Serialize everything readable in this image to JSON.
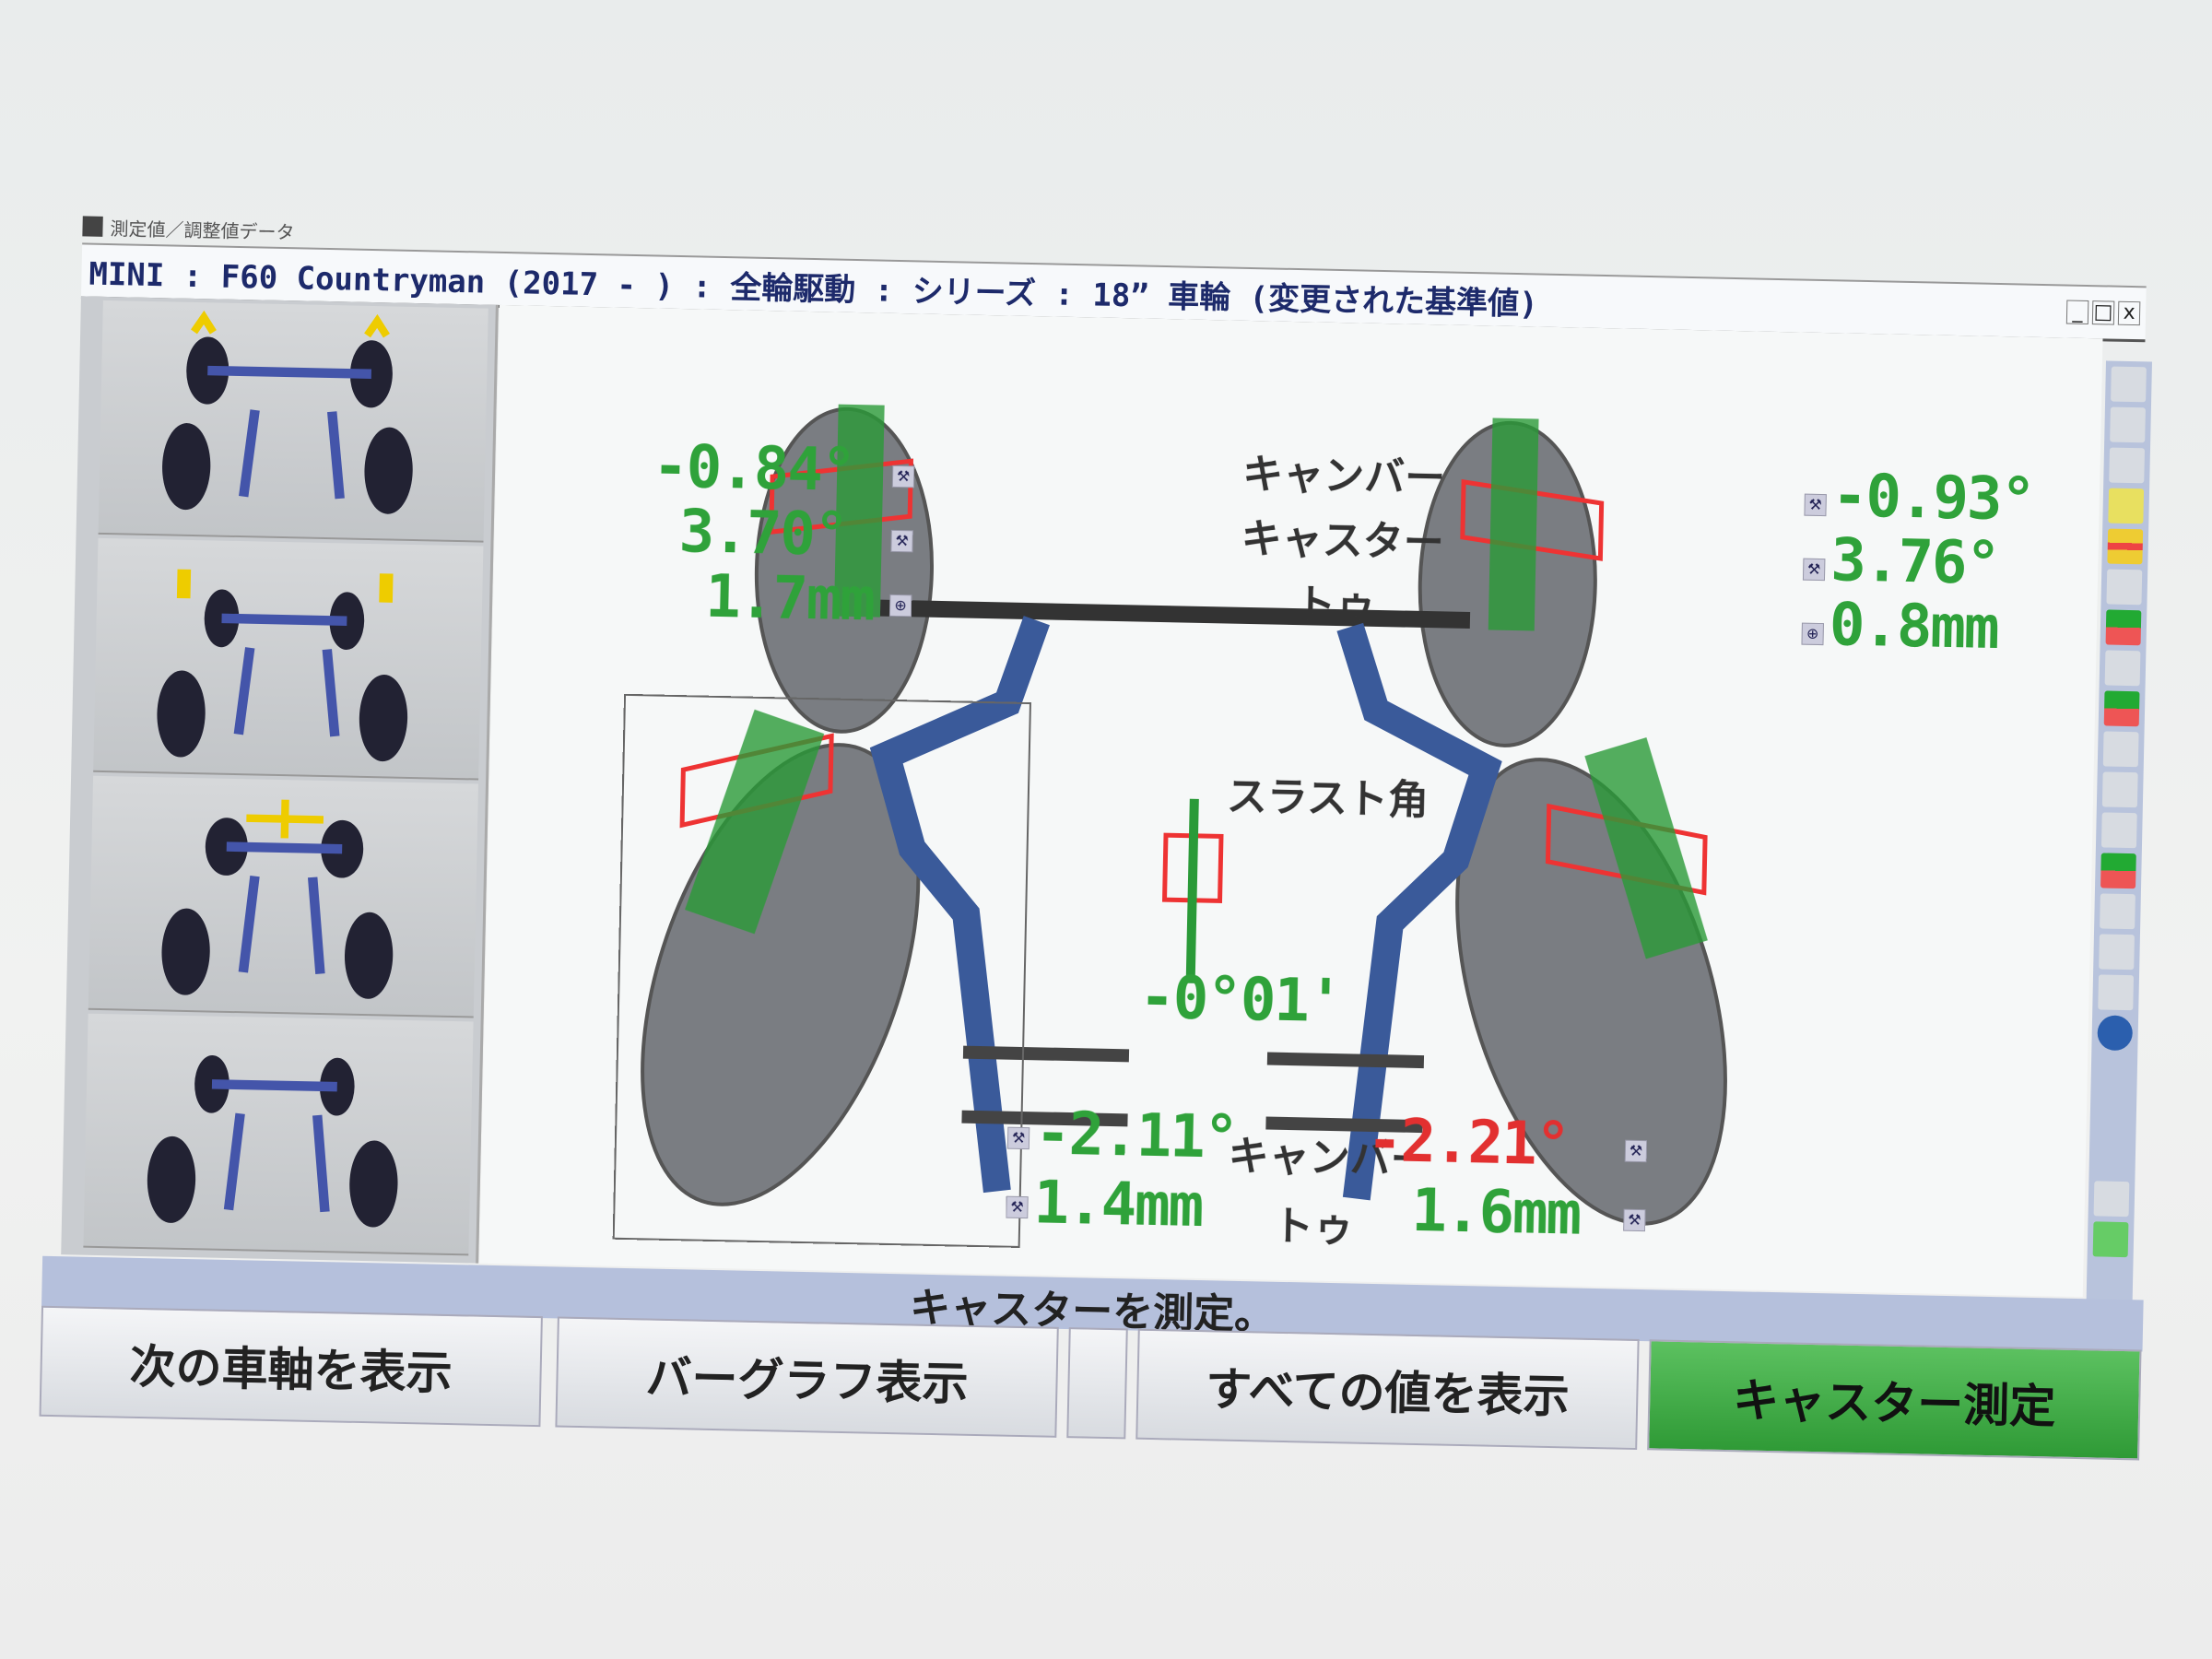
{
  "window": {
    "caption": "測定値／調整値データ",
    "title": "MINI : F60 Countryman (2017 -    ) : 全輪駆動 : シリーズ : 18” 車輪 (変更された基準値)",
    "controls": [
      "_",
      "□",
      "x"
    ]
  },
  "front": {
    "left": {
      "camber": "-0.84°",
      "caster": "3.70°",
      "toe": "1.7mm"
    },
    "right": {
      "camber": "-0.93°",
      "caster": "3.76°",
      "toe": "0.8mm"
    },
    "labels": {
      "camber": "キャンバー",
      "caster": "キャスター",
      "toe": "トゥ"
    }
  },
  "thrust": {
    "label": "スラスト角",
    "value": "-0°01'"
  },
  "rear": {
    "left": {
      "camber": "-2.11°",
      "toe": "1.4mm"
    },
    "right": {
      "camber": "-2.21°",
      "toe": "1.6mm"
    },
    "labels": {
      "camber": "キャンバー",
      "toe": "トゥ"
    }
  },
  "status": "キャスターを測定。",
  "buttons": {
    "next_axle": "次の車軸を表示",
    "bar_graph": "バーグラフ表示",
    "show_all": "すべての値を表示",
    "caster_measure": "キャスター測定"
  },
  "colors": {
    "ok": "#2fa23a",
    "out": "#e23030",
    "accent": "#2f9a36"
  }
}
